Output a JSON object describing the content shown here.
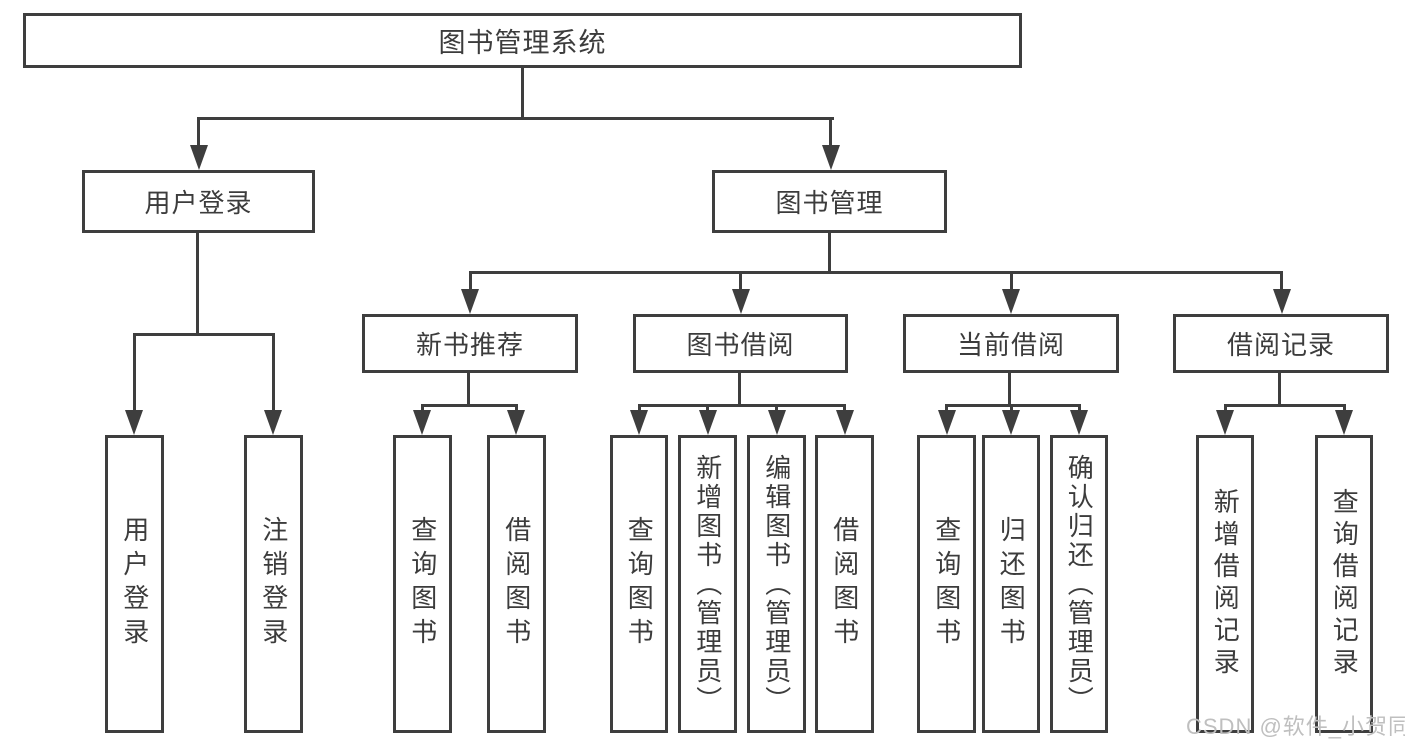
{
  "colors": {
    "line": "#3e3e3e",
    "text": "#3c3c3c",
    "box_fill": "#ffffff",
    "watermark": "#bfbfbf"
  },
  "diagram": {
    "type": "tree",
    "root": {
      "label": "图书管理系统"
    },
    "level2": [
      {
        "label": "用户登录",
        "parent": "图书管理系统"
      },
      {
        "label": "图书管理",
        "parent": "图书管理系统"
      }
    ],
    "level3": [
      {
        "label": "新书推荐",
        "parent": "图书管理"
      },
      {
        "label": "图书借阅",
        "parent": "图书管理"
      },
      {
        "label": "当前借阅",
        "parent": "图书管理"
      },
      {
        "label": "借阅记录",
        "parent": "图书管理"
      }
    ],
    "leaves": [
      {
        "label": "用户登录",
        "parent": "用户登录"
      },
      {
        "label": "注销登录",
        "parent": "用户登录"
      },
      {
        "label": "查询图书",
        "parent": "新书推荐"
      },
      {
        "label": "借阅图书",
        "parent": "新书推荐"
      },
      {
        "label": "查询图书",
        "parent": "图书借阅"
      },
      {
        "label": "新增图书（管理员）",
        "parent": "图书借阅"
      },
      {
        "label": "编辑图书（管理员）",
        "parent": "图书借阅"
      },
      {
        "label": "借阅图书",
        "parent": "图书借阅"
      },
      {
        "label": "查询图书",
        "parent": "当前借阅"
      },
      {
        "label": "归还图书",
        "parent": "当前借阅"
      },
      {
        "label": "确认归还（管理员）",
        "parent": "当前借阅"
      },
      {
        "label": "新增借阅记录",
        "parent": "借阅记录"
      },
      {
        "label": "查询借阅记录",
        "parent": "借阅记录"
      }
    ]
  },
  "watermark": {
    "text": "CSDN @软件_小贺同学"
  }
}
